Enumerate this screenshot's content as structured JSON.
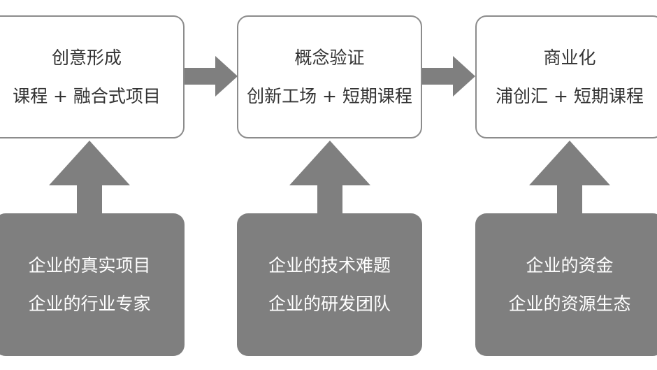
{
  "colors": {
    "box_border": "#8c8c8c",
    "resource_fill": "#7f7f7f",
    "arrow_fill": "#7f7f7f",
    "text_dark": "#333333",
    "text_light": "#ffffff"
  },
  "stages": [
    {
      "title": "创意形成",
      "subtitle": "课程 + 融合式项目"
    },
    {
      "title": "概念验证",
      "subtitle": "创新工场 + 短期课程"
    },
    {
      "title": "商业化",
      "subtitle": "浦创汇 + 短期课程"
    }
  ],
  "resources": [
    {
      "line1": "企业的真实项目",
      "line2": "企业的行业专家"
    },
    {
      "line1": "企业的技术难题",
      "line2": "企业的研发团队"
    },
    {
      "line1": "企业的资金",
      "line2": "企业的资源生态"
    }
  ]
}
